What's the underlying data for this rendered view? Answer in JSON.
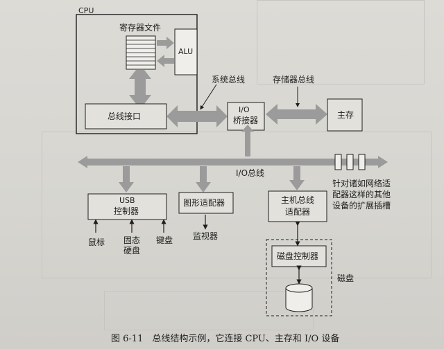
{
  "figure": {
    "cpu_label": "CPU",
    "register_file_label": "寄存器文件",
    "alu_label": "ALU",
    "system_bus_label": "系统总线",
    "memory_bus_label": "存储器总线",
    "bus_interface_label": "总线接口",
    "io_bridge_line1": "I/O",
    "io_bridge_line2": "桥接器",
    "main_memory_label": "主存",
    "io_bus_label": "I/O总线",
    "expansion_slots_text": [
      "针对诸如网络适",
      "配器这样的其他",
      "设备的扩展插槽"
    ],
    "usb_controller_line1": "USB",
    "usb_controller_line2": "控制器",
    "graphics_adapter_label": "图形适配器",
    "host_bus_adapter_line1": "主机总线",
    "host_bus_adapter_line2": "适配器",
    "mouse_label": "鼠标",
    "ssd_line1": "固态",
    "ssd_line2": "硬盘",
    "keyboard_label": "键盘",
    "monitor_label": "监视器",
    "disk_controller_label": "磁盘控制器",
    "disk_label": "磁盘",
    "caption": "图 6-11　总线结构示例，它连接 CPU、主存和 I/O 设备"
  },
  "colors": {
    "paper": "#d9d8d3",
    "arrow_gray": "#9b9b9b",
    "box_fill": "#e2e1dc",
    "ink": "#1e1e1e"
  }
}
